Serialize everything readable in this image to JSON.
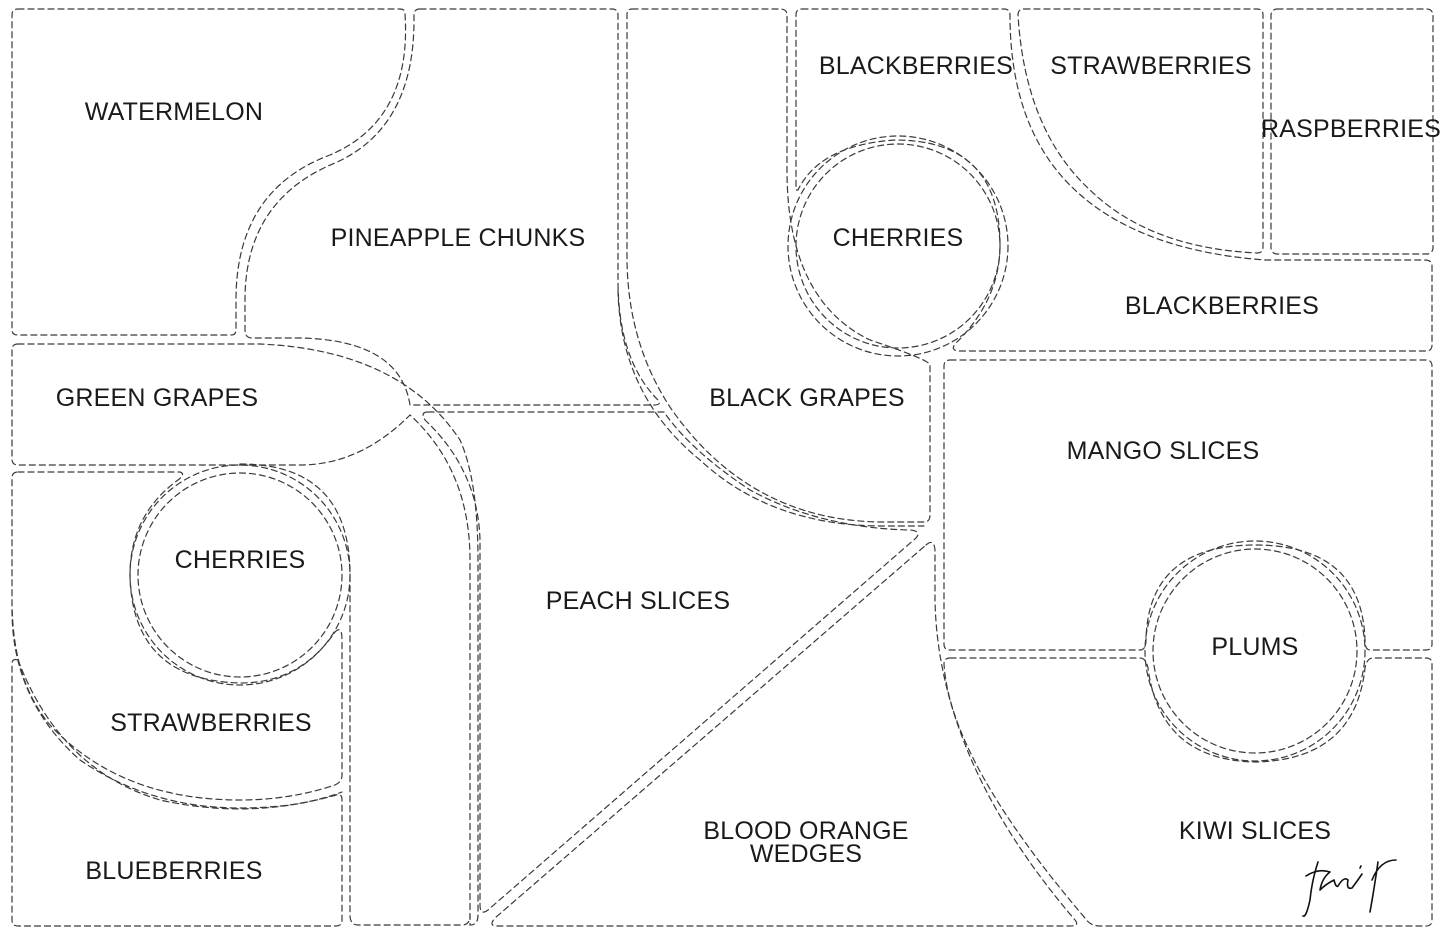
{
  "board": {
    "labels": {
      "watermelon": "WATERMELON",
      "pineapple": "PINEAPPLE CHUNKS",
      "blackberries_top": "BLACKBERRIES",
      "strawberries_top": "STRAWBERRIES",
      "raspberries": "RASPBERRIES",
      "cherries_top": "CHERRIES",
      "blackberries_mid": "BLACKBERRIES",
      "green_grapes": "GREEN GRAPES",
      "black_grapes": "BLACK GRAPES",
      "mango": "MANGO SLICES",
      "cherries_left": "CHERRIES",
      "peach": "PEACH SLICES",
      "plums": "PLUMS",
      "strawberries_left": "STRAWBERRIES",
      "blood_orange_line1": "BLOOD ORANGE",
      "blood_orange_line2": "WEDGES",
      "kiwi": "KIWI SLICES",
      "blueberries": "BLUEBERRIES"
    },
    "signature": "fruit"
  }
}
